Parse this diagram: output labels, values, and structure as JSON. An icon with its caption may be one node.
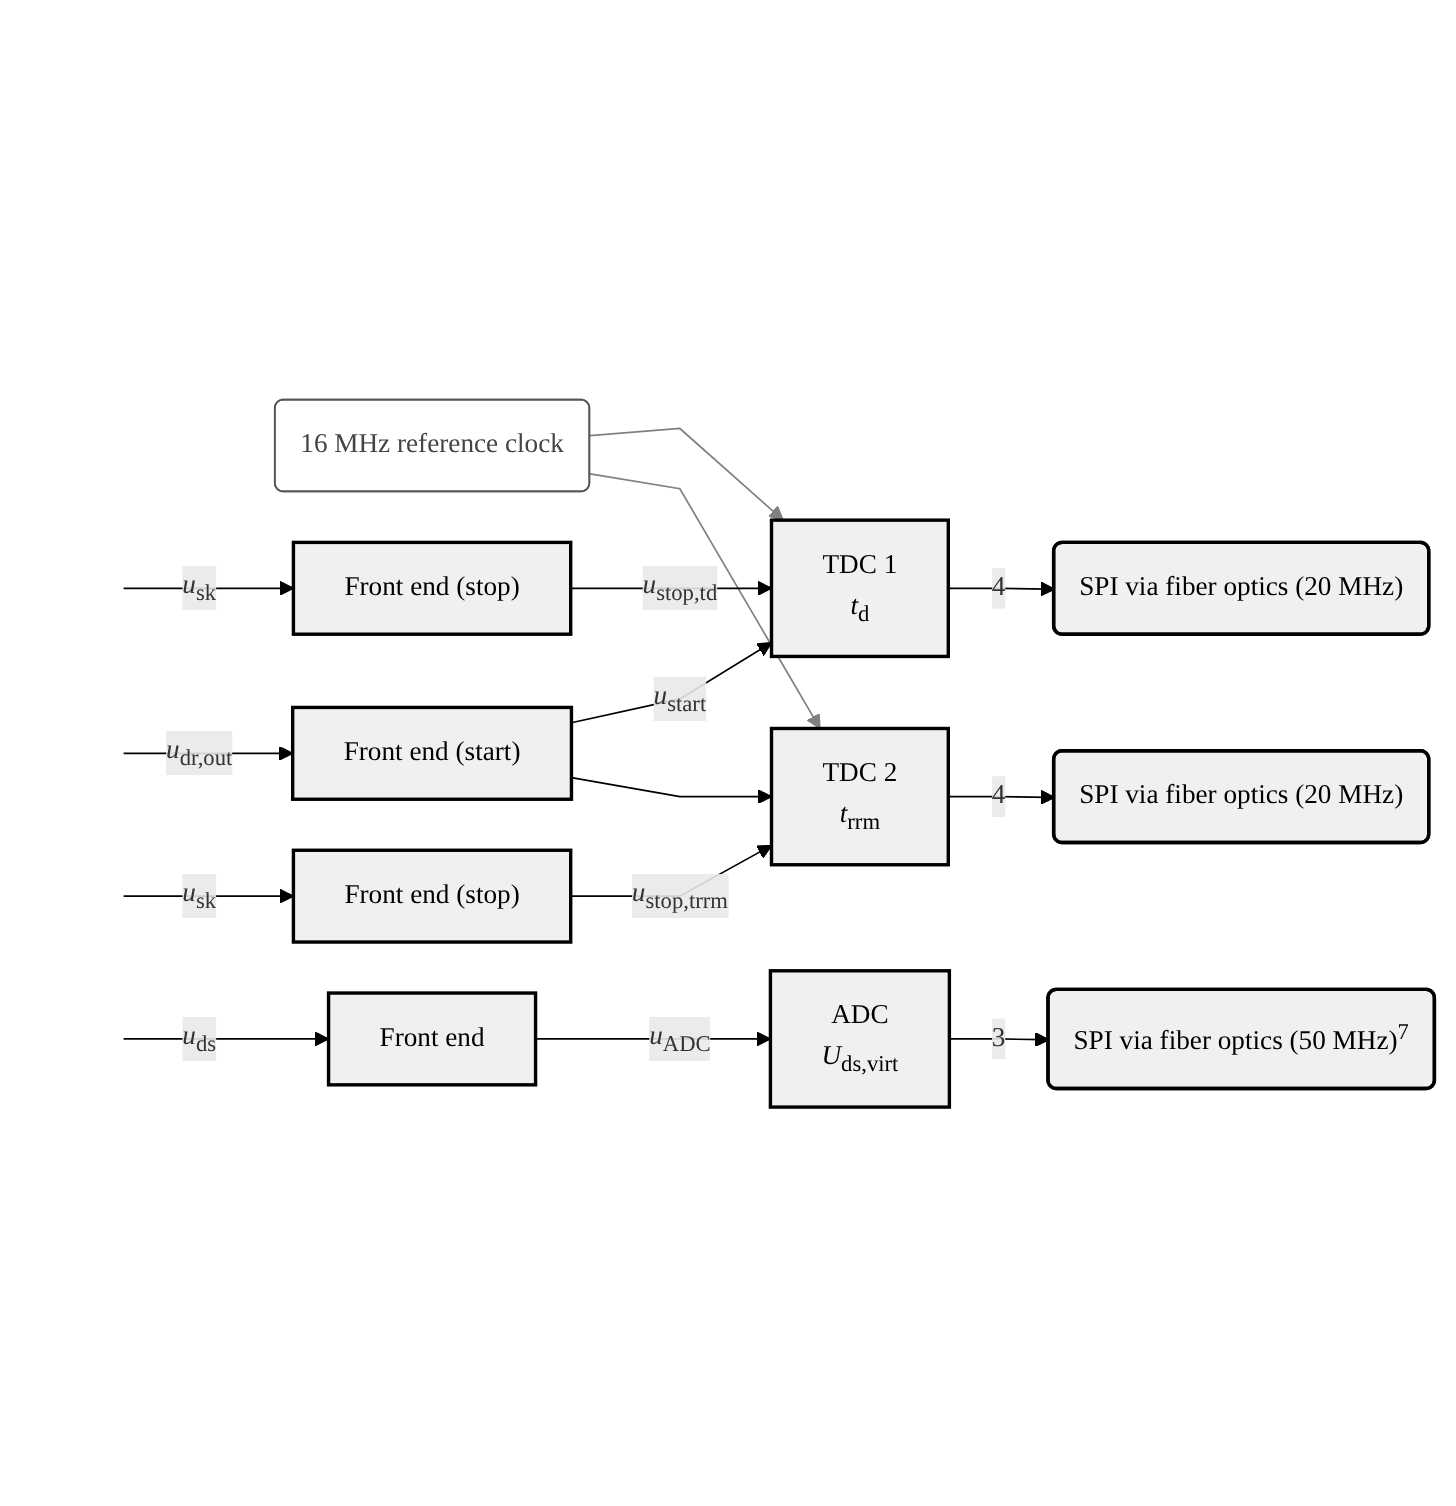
{
  "diagram": {
    "nodes": [
      {
        "text": [
          "16 MHz reference clock"
        ]
      },
      {
        "text": [
          "Front end (start)"
        ]
      },
      {
        "text": [
          "Front end (stop)"
        ]
      },
      {
        "text": [
          "TDC 1",
          "*t*$_{d}$"
        ]
      },
      {
        "text": [
          "SPI via fiber optics (20 MHz)"
        ]
      },
      {
        "text": [
          "TDC 2",
          "*t*$_{rrm}$"
        ]
      },
      {
        "text": [
          "SPI via fiber optics (20 MHz)"
        ]
      },
      {
        "text": [
          "Front end (stop)"
        ]
      },
      {
        "text": [
          "Front end"
        ]
      },
      {
        "text": [
          "ADC",
          "*U*$_{ds,virt}$"
        ]
      },
      {
        "text": [
          "SPI via fiber optics (50 MHz)$^{7}$"
        ]
      }
    ],
    "edges": [
      {
        "from": null,
        "to": 1,
        "arrow": "to",
        "label": "*u*$_{dr,out}$"
      },
      {
        "from": null,
        "to": 2,
        "arrow": "to",
        "label": "*u*$_{sk}$"
      },
      {
        "from": null,
        "to": 7,
        "arrow": "to",
        "label": "*u*$_{sk}$"
      },
      {
        "from": null,
        "to": 8,
        "arrow": "to",
        "label": "*u*$_{ds}$"
      },
      {
        "from": 0,
        "to": 3,
        "arrow": "to",
        "color": "#808080"
      },
      {
        "from": 0,
        "to": 5,
        "arrow": "to",
        "color": "#808080"
      },
      {
        "from": 1,
        "to": 3,
        "arrow": "to",
        "label": "*u*$_{start}$"
      },
      {
        "from": 1,
        "to": 5,
        "arrow": "to"
      },
      {
        "from": 2,
        "to": 3,
        "arrow": "to",
        "label": "*u*$_{stop,t}$$_{d}$"
      },
      {
        "from": 7,
        "to": 5,
        "arrow": "to",
        "label": "*u*$_{stop,t}$$_{rrm}$"
      },
      {
        "from": 8,
        "to": 9,
        "arrow": "to",
        "label": "*u*$_{ADC}$"
      },
      {
        "from": 3,
        "to": 4,
        "arrow": "to",
        "label": "4"
      },
      {
        "from": 5,
        "to": 6,
        "arrow": "to",
        "label": "4"
      },
      {
        "from": 9,
        "to": 10,
        "arrow": "to",
        "label": "3"
      }
    ]
  }
}
